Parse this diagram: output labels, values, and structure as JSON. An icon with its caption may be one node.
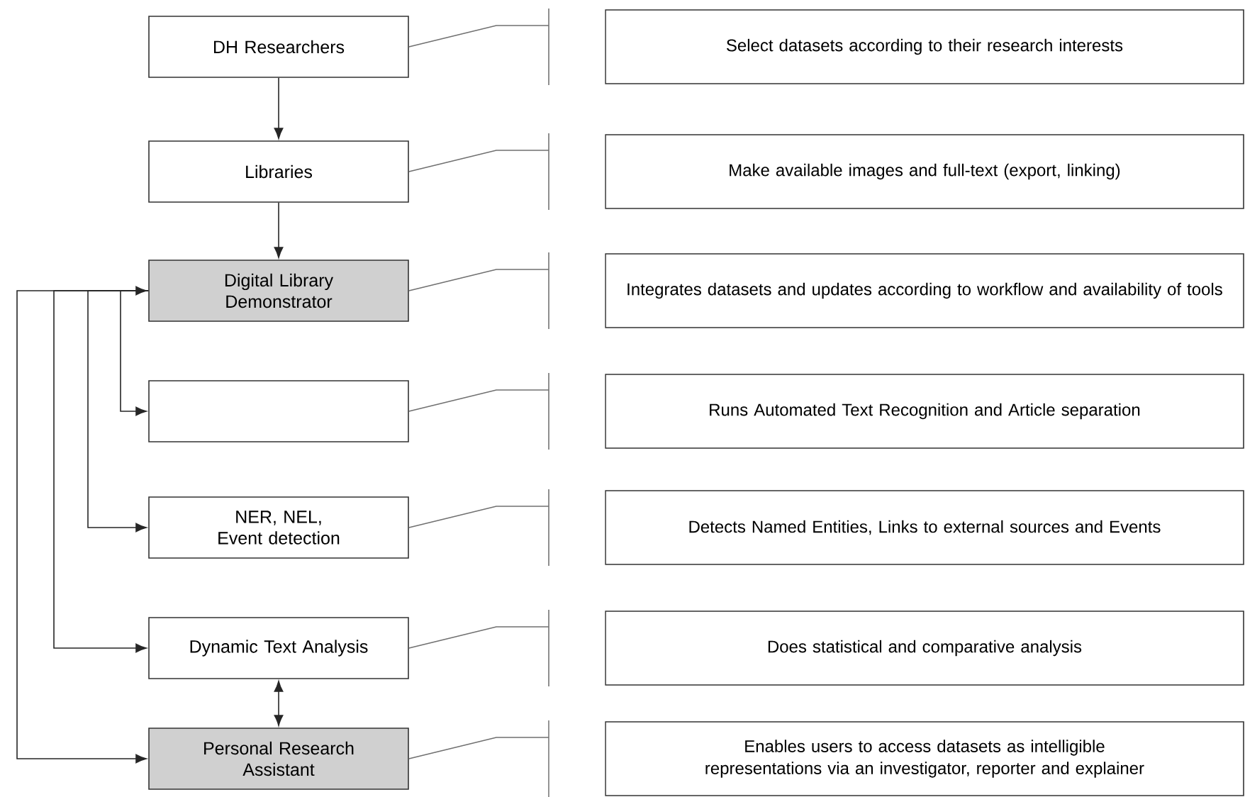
{
  "diagram": {
    "nodes": [
      {
        "text": [
          "DH Researchers"
        ]
      },
      {
        "text": [
          "Libraries"
        ]
      },
      {
        "text": [
          "Digital Library Demonstrator"
        ]
      },
      {
        "text": [],
        "shape": "box"
      },
      {
        "text": [
          "NER, NEL, Event detection"
        ]
      },
      {
        "text": [
          "Dynamic Text Analysis"
        ]
      },
      {
        "text": [
          "Personal Research Assistant"
        ]
      },
      {
        "text": [
          "Select datasets according to their research interests"
        ]
      },
      {
        "text": [
          "Make available images and full-text (export, linking)"
        ]
      },
      {
        "text": [
          "Integrates datasets and updates according to workflow and availability of tools"
        ]
      },
      {
        "text": [
          "Runs Automated Text Recognition and Article separation"
        ]
      },
      {
        "text": [
          "Detects Named Entities, Links to external sources and Events"
        ]
      },
      {
        "text": [
          "Does statistical and comparative analysis"
        ]
      },
      {
        "text": [
          "Enables users to access datasets as intelligible representations via an investigator, reporter and explainer"
        ]
      }
    ],
    "edges": [
      {
        "from": 0,
        "to": 1,
        "arrow": "to"
      },
      {
        "from": 1,
        "to": 2,
        "arrow": "to"
      },
      {
        "from": 2,
        "to": 3,
        "arrow": "to"
      },
      {
        "from": 2,
        "to": 4,
        "arrow": "to"
      },
      {
        "from": 2,
        "to": 5,
        "arrow": "to"
      },
      {
        "from": 2,
        "to": 6,
        "arrow": "both"
      },
      {
        "from": 5,
        "to": 6,
        "arrow": "both"
      },
      {
        "from": 0,
        "to": 7,
        "arrow": "none",
        "color": "#707070"
      },
      {
        "from": 1,
        "to": 8,
        "arrow": "none",
        "color": "#707070"
      },
      {
        "from": 2,
        "to": 9,
        "arrow": "none",
        "color": "#707070"
      },
      {
        "from": 3,
        "to": 10,
        "arrow": "none",
        "color": "#707070"
      },
      {
        "from": 4,
        "to": 11,
        "arrow": "none",
        "color": "#707070"
      },
      {
        "from": 5,
        "to": 12,
        "arrow": "none",
        "color": "#707070"
      },
      {
        "from": 6,
        "to": 13,
        "arrow": "none",
        "color": "#707070"
      }
    ]
  }
}
